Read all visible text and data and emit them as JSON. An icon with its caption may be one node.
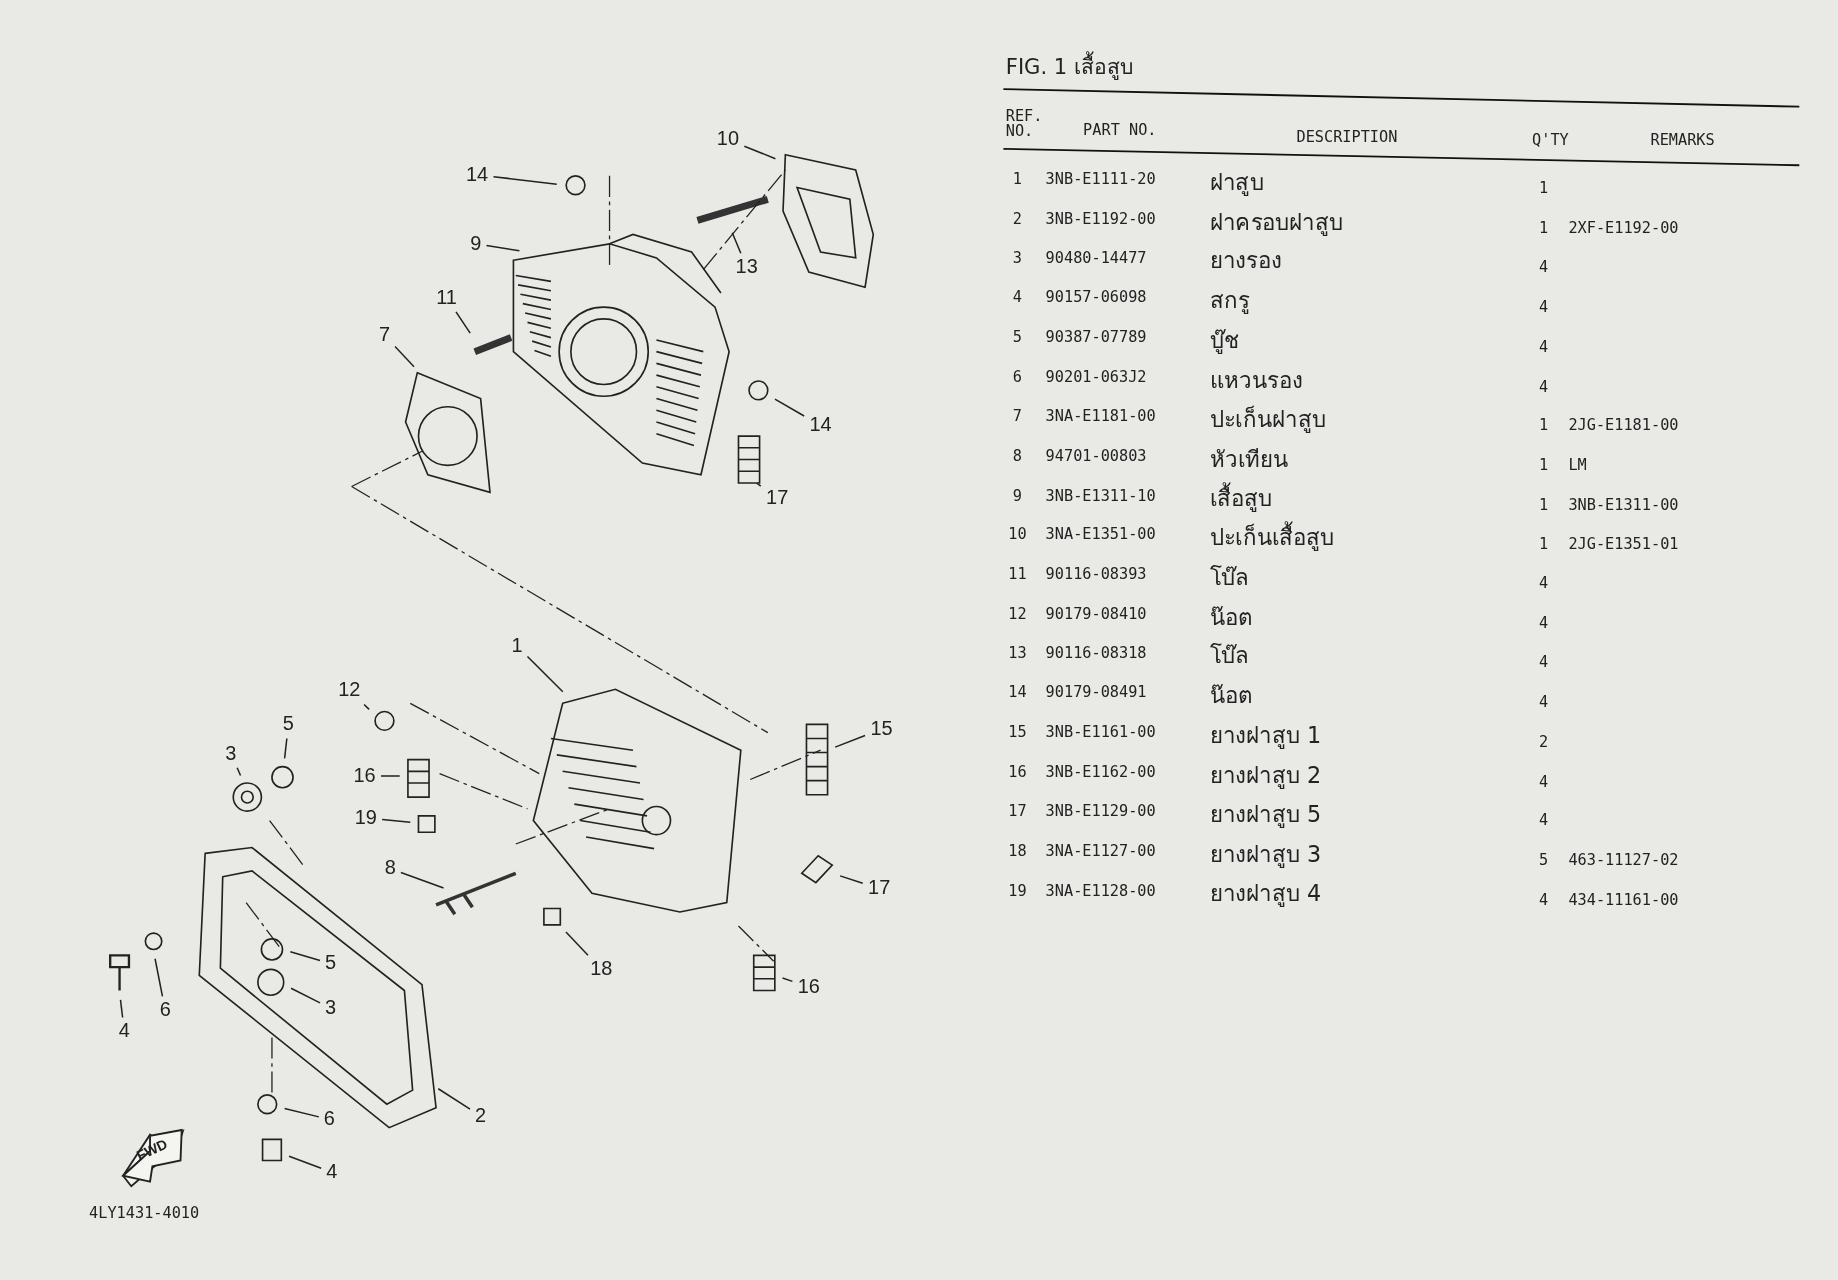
{
  "diagram": {
    "title": "FIG. 1 เสื้อสูบ",
    "nodes": [
      {
        "text": [
          "10"
        ]
      },
      {
        "text": [
          "14"
        ]
      },
      {
        "text": [
          "9"
        ]
      },
      {
        "text": [
          "13"
        ]
      },
      {
        "text": [
          "11"
        ]
      },
      {
        "text": [
          "7"
        ]
      },
      {
        "text": [
          "14"
        ]
      },
      {
        "text": [
          "17"
        ]
      },
      {
        "text": [
          "1"
        ]
      },
      {
        "text": [
          "12"
        ]
      },
      {
        "text": [
          "5"
        ]
      },
      {
        "text": [
          "15"
        ]
      },
      {
        "text": [
          "3"
        ]
      },
      {
        "text": [
          "16"
        ]
      },
      {
        "text": [
          "19"
        ]
      },
      {
        "text": [
          "8"
        ]
      },
      {
        "text": [
          "17"
        ]
      },
      {
        "text": [
          "5"
        ]
      },
      {
        "text": [
          "18"
        ]
      },
      {
        "text": [
          "6"
        ]
      },
      {
        "text": [
          "3"
        ]
      },
      {
        "text": [
          "4"
        ]
      },
      {
        "text": [
          "16"
        ]
      },
      {
        "text": [
          "2"
        ]
      },
      {
        "text": [
          "6"
        ]
      },
      {
        "text": [
          "4"
        ]
      }
    ],
    "edges": [
      {
        "from": 0,
        "to": null,
        "arrow": "none"
      },
      {
        "from": 1,
        "to": null,
        "arrow": "none"
      },
      {
        "from": 2,
        "to": null,
        "arrow": "none"
      },
      {
        "from": 3,
        "to": null,
        "arrow": "none"
      },
      {
        "from": 4,
        "to": null,
        "arrow": "none"
      },
      {
        "from": 5,
        "to": null,
        "arrow": "none"
      },
      {
        "from": 6,
        "to": null,
        "arrow": "none"
      },
      {
        "from": 7,
        "to": null,
        "arrow": "none"
      },
      {
        "from": 8,
        "to": null,
        "arrow": "none"
      },
      {
        "from": 9,
        "to": null,
        "arrow": "none"
      },
      {
        "from": 10,
        "to": null,
        "arrow": "none"
      },
      {
        "from": 11,
        "to": null,
        "arrow": "none"
      },
      {
        "from": 12,
        "to": null,
        "arrow": "none"
      },
      {
        "from": 13,
        "to": null,
        "arrow": "none"
      },
      {
        "from": 14,
        "to": null,
        "arrow": "none"
      },
      {
        "from": 15,
        "to": null,
        "arrow": "none"
      },
      {
        "from": 16,
        "to": null,
        "arrow": "none"
      },
      {
        "from": 17,
        "to": null,
        "arrow": "none"
      },
      {
        "from": 18,
        "to": null,
        "arrow": "none"
      },
      {
        "from": 19,
        "to": null,
        "arrow": "none"
      },
      {
        "from": 20,
        "to": null,
        "arrow": "none"
      },
      {
        "from": 21,
        "to": null,
        "arrow": "none"
      },
      {
        "from": 22,
        "to": null,
        "arrow": "none"
      },
      {
        "from": 23,
        "to": null,
        "arrow": "none"
      },
      {
        "from": 24,
        "to": null,
        "arrow": "none"
      },
      {
        "from": 25,
        "to": null,
        "arrow": "none"
      }
    ],
    "labels": [
      "REF. NO.",
      "PART NO.",
      "DESCRIPTION",
      "Q'TY",
      "REMARKS",
      "1",
      "3NB-E1111-20",
      "ฝาสูบ",
      "1",
      "2",
      "3NB-E1192-00",
      "ฝาครอบฝาสูบ",
      "1",
      "2XF-E1192-00",
      "3",
      "90480-14477",
      "ยางรอง",
      "4",
      "4",
      "90157-06098",
      "สกรู",
      "4",
      "5",
      "90387-07789",
      "บู๊ช",
      "4",
      "6",
      "90201-063J2",
      "แหวนรอง",
      "4",
      "7",
      "3NA-E1181-00",
      "ปะเก็นฝาสูบ",
      "1",
      "2JG-E1181-00",
      "8",
      "94701-00803",
      "หัวเทียน",
      "1",
      "LM",
      "9",
      "3NB-E1311-10",
      "เสื้อสูบ",
      "1",
      "3NB-E1311-00",
      "10",
      "3NA-E1351-00",
      "ปะเก็นเสื้อสูบ",
      "1",
      "2JG-E1351-01",
      "11",
      "90116-08393",
      "โบ๊ล",
      "4",
      "12",
      "90179-08410",
      "น๊อต",
      "4",
      "13",
      "90116-08318",
      "โบ๊ล",
      "4",
      "14",
      "90179-08491",
      "น๊อต",
      "4",
      "15",
      "3NB-E1161-00",
      "ยางฝาสูบ 1",
      "2",
      "16",
      "3NB-E1162-00",
      "ยางฝาสูบ 2",
      "4",
      "17",
      "3NB-E1129-00",
      "ยางฝาสูบ 5",
      "4",
      "18",
      "3NA-E1127-00",
      "ยางฝาสูบ 3",
      "5",
      "463-11127-02",
      "19",
      "3NA-E1128-00",
      "ยางฝาสูบ 4",
      "4",
      "434-11161-00",
      "FWD",
      "4LY1431-4010"
    ]
  }
}
